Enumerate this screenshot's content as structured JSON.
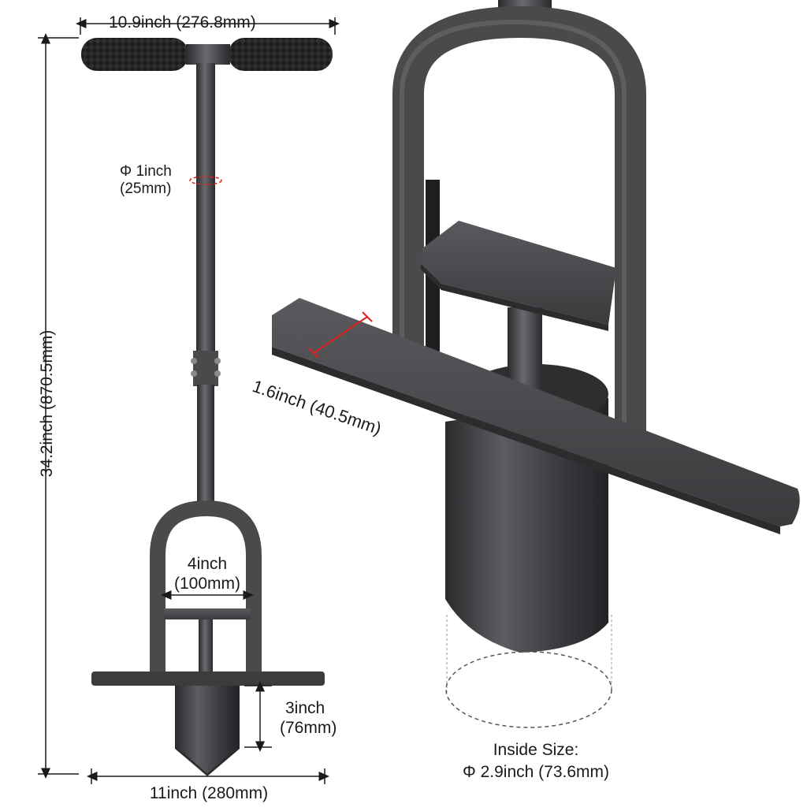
{
  "dimensions": {
    "handle_width": "10.9inch (276.8mm)",
    "shaft_diameter_line1": "Φ 1inch",
    "shaft_diameter_line2": "(25mm)",
    "total_height": "34.2inch (870.5mm)",
    "frame_width_line1": "4inch",
    "frame_width_line2": "(100mm)",
    "step_depth": "1.6inch (40.5mm)",
    "blade_depth_line1": "3inch",
    "blade_depth_line2": "(76mm)",
    "base_width": "11inch (280mm)",
    "inside_size_line1": "Inside Size:",
    "inside_size_line2": "Φ 2.9inch (73.6mm)"
  },
  "colors": {
    "metal": "#4a4a4d",
    "metal_dark": "#2e2e31",
    "grip": "#1c1c1c",
    "accent": "#e02020"
  }
}
